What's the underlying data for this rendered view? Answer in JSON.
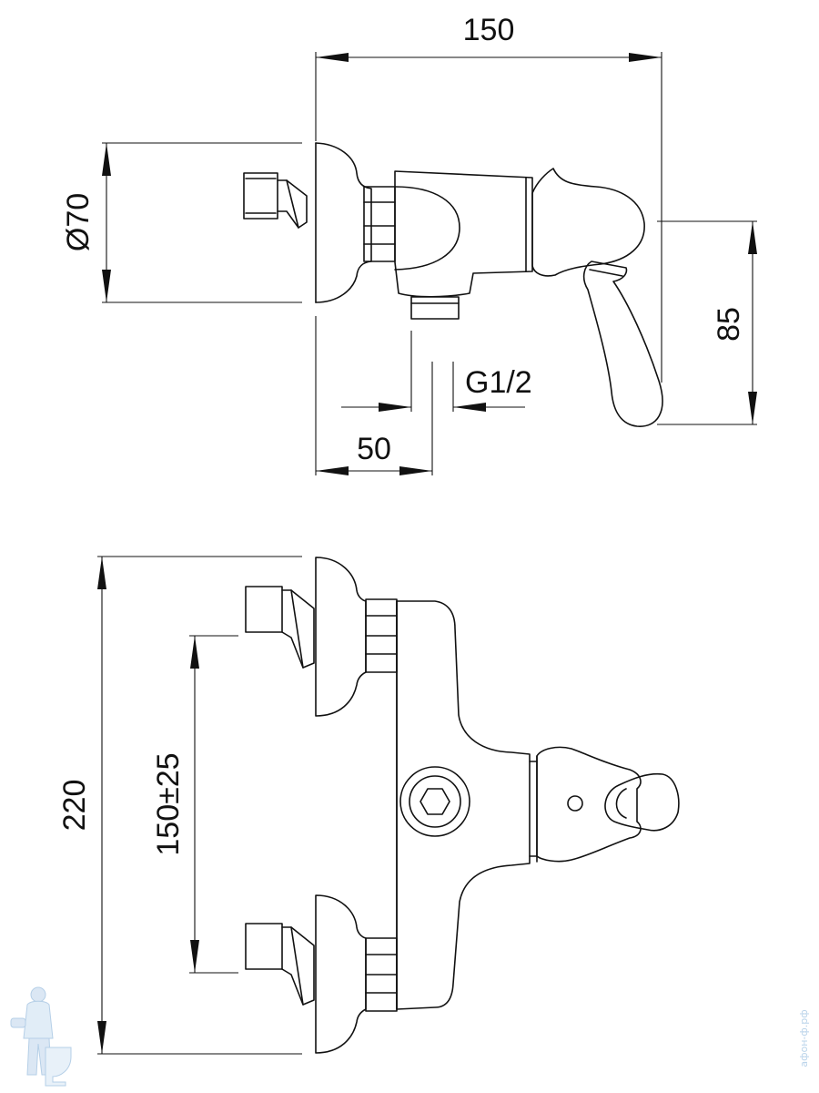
{
  "dimensions": {
    "width_total": "150",
    "diameter": "Ø70",
    "height_handle": "85",
    "thread": "G1/2",
    "outlet_offset": "50",
    "height_total": "220",
    "inlet_spacing": "150±25"
  },
  "watermark": {
    "site": "афон-ф.рф"
  },
  "colors": {
    "line": "#111111",
    "background": "#ffffff",
    "watermark": "#b9d3ea"
  }
}
